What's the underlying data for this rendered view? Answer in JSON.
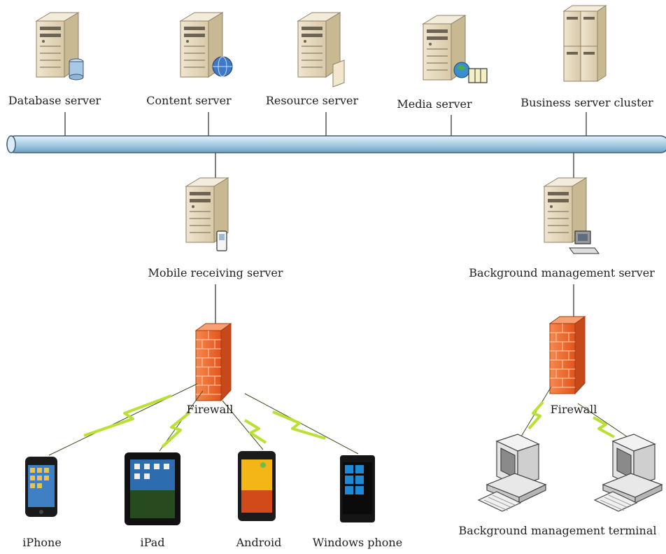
{
  "servers": {
    "database": "Database server",
    "content": "Content server",
    "resource": "Resource server",
    "media": "Media server",
    "business_cluster": "Business server cluster",
    "mobile_receiving": "Mobile receiving server",
    "background_management": "Background management server"
  },
  "firewalls": {
    "left": "Firewall",
    "right": "Firewall"
  },
  "devices": {
    "iphone": "iPhone",
    "ipad": "iPad",
    "android": "Android",
    "windows_phone": "Windows phone"
  },
  "terminals": {
    "label": "Background management terminal"
  },
  "colors": {
    "bus": "#bcd8ea",
    "bus_border": "#4a6a84",
    "server_body": "#e4d7bd",
    "firewall": "#f26a2a",
    "lightning": "#b9e032"
  }
}
